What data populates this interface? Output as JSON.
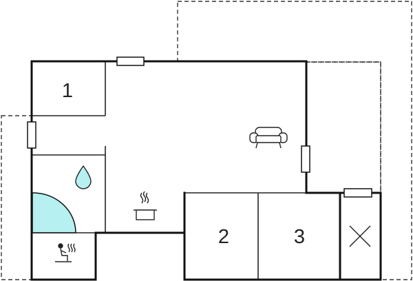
{
  "rooms": [
    {
      "id": "bedroom-1",
      "number": "1"
    },
    {
      "id": "bedroom-2",
      "number": "2"
    },
    {
      "id": "bedroom-3",
      "number": "3"
    }
  ],
  "icons": {
    "sofa": "sofa-icon",
    "cooking_pot": "cooking-pot-icon",
    "water_drop": "water-drop-icon",
    "sauna": "sauna-icon",
    "cross": "cross-icon"
  },
  "colors": {
    "outdoor_terrace": "#e8e8e8",
    "covered_terrace": "#c8c8c8",
    "shower": "#b6f0f0",
    "walls": "#111111",
    "background": "#ffffff"
  }
}
